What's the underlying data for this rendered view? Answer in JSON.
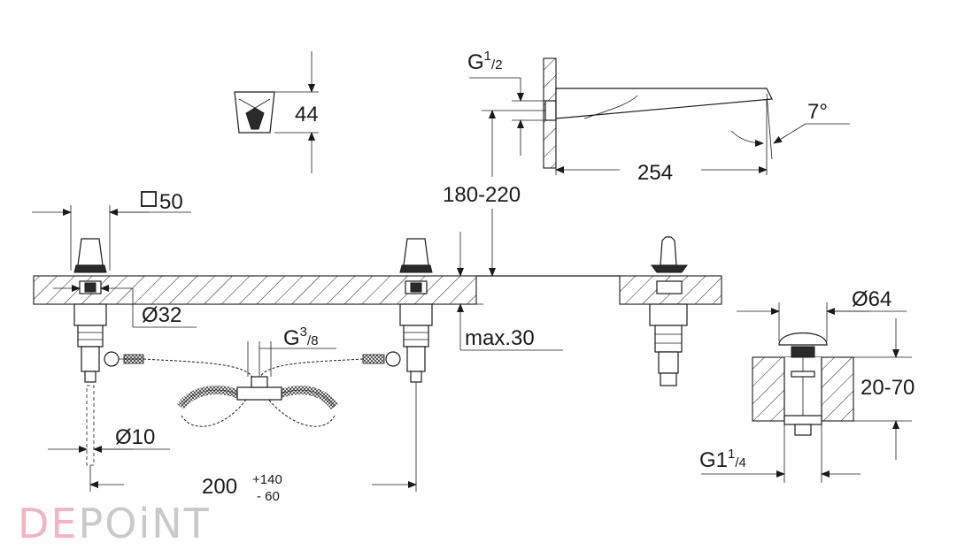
{
  "labels": {
    "height_44": "44",
    "square_50": "50",
    "dia_32": "Ø32",
    "g38_base": "G",
    "g38_num": "3",
    "g38_den": "8",
    "g12_base": "G",
    "g12_num": "1",
    "g12_den": "2",
    "angle_7": "7°",
    "length_254": "254",
    "range_180_220": "180-220",
    "max_30": "max.30",
    "dia_64": "Ø64",
    "range_20_70": "20-70",
    "dia_10": "Ø10",
    "spacing_200": "200",
    "tol_plus": "+140",
    "tol_minus": "- 60",
    "g114_base": "G1",
    "g114_num": "1",
    "g114_den": "4"
  },
  "watermark": {
    "part1": "DE",
    "part2": "POiNT",
    "color1": "#f2b3c3",
    "color2": "#c9c9c9"
  }
}
